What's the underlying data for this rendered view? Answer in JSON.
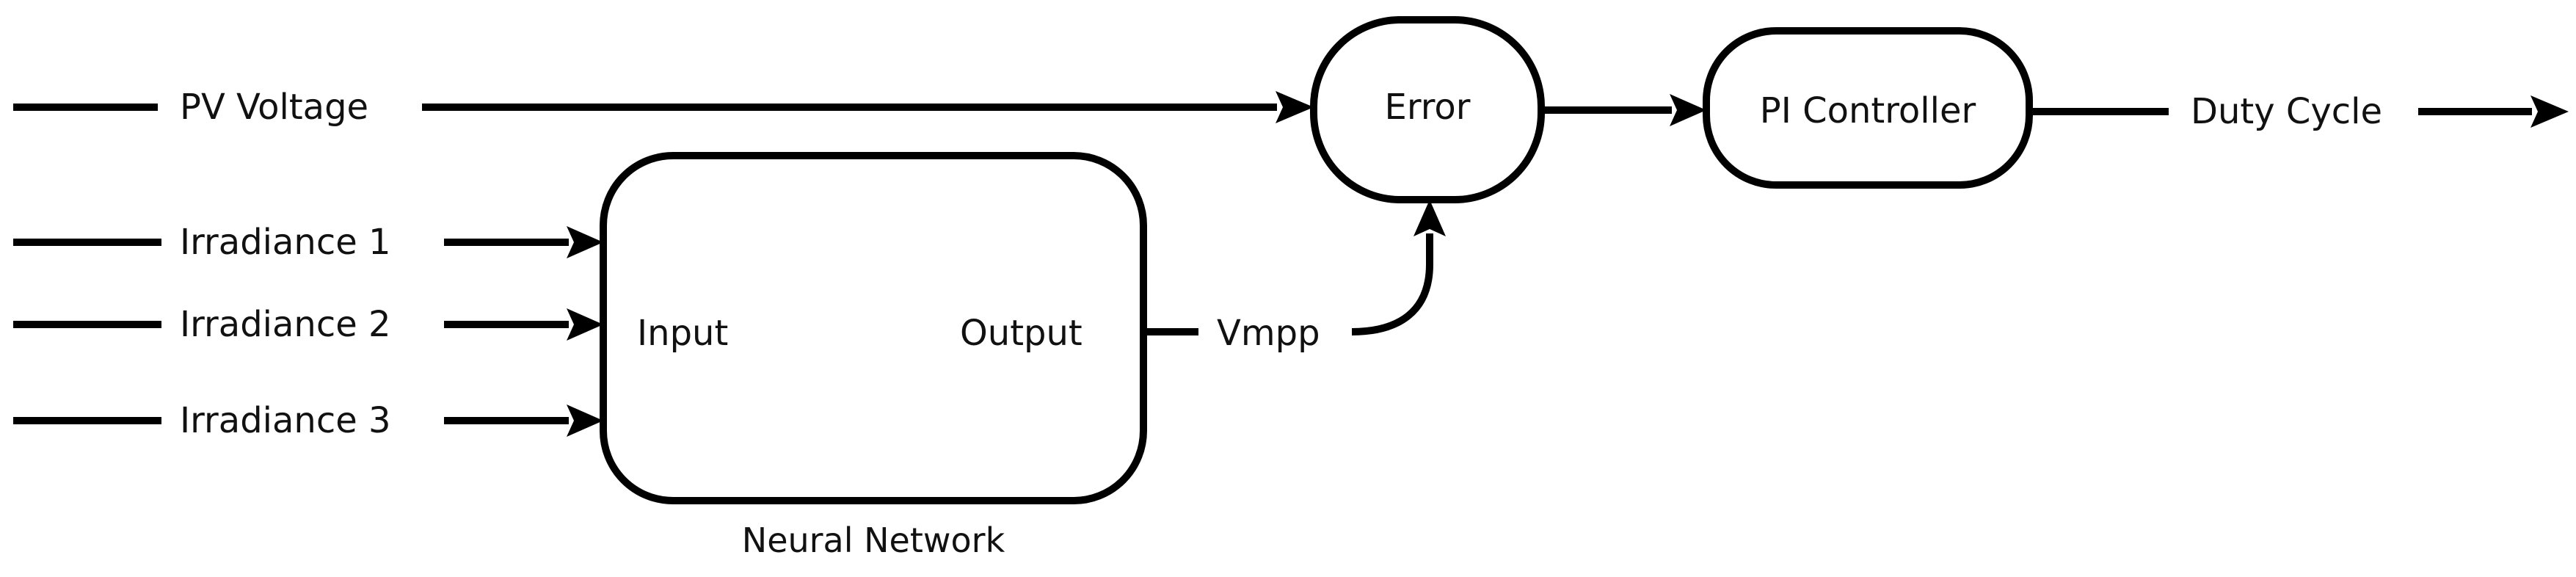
{
  "labels": {
    "pv_voltage": "PV Voltage",
    "irradiance_1": "Irradiance 1",
    "irradiance_2": "Irradiance 2",
    "irradiance_3": "Irradiance 3",
    "nn_input": "Input",
    "nn_output": "Output",
    "nn_caption": "Neural Network",
    "vmpp": "Vmpp",
    "error": "Error",
    "pi_controller": "PI Controller",
    "duty_cycle": "Duty Cycle"
  },
  "colors": {
    "stroke": "#000000",
    "text": "#111111",
    "background": "#ffffff"
  }
}
